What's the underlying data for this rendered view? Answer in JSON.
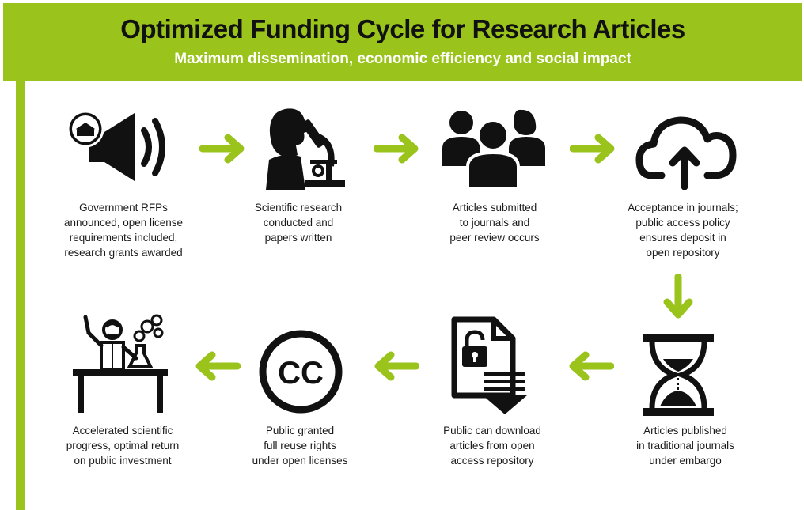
{
  "header": {
    "title": "Optimized Funding Cycle for Research Articles",
    "subtitle": "Maximum dissemination, economic efficiency and social impact"
  },
  "colors": {
    "accent": "#9ac31c",
    "icon": "#111111",
    "text": "#1a1a1a"
  },
  "steps": [
    {
      "icon": "megaphone-government-icon",
      "caption": "Government RFPs\nannounced, open license\nrequirements included,\nresearch grants awarded"
    },
    {
      "icon": "scientist-microscope-icon",
      "caption": "Scientific research\nconducted and\npapers written"
    },
    {
      "icon": "people-group-icon",
      "caption": "Articles submitted\nto journals and\npeer review occurs"
    },
    {
      "icon": "cloud-upload-icon",
      "caption": "Acceptance in journals;\npublic access policy\nensures deposit in\nopen repository"
    },
    {
      "icon": "hourglass-icon",
      "caption": "Articles published\nin traditional journals\nunder embargo"
    },
    {
      "icon": "document-download-icon",
      "caption": "Public can download\narticles from open\naccess repository"
    },
    {
      "icon": "creative-commons-icon",
      "caption": "Public granted\nfull reuse rights\nunder open licenses"
    },
    {
      "icon": "scientist-lab-icon",
      "caption": "Accelerated scientific\nprogress, optimal return\non public investment"
    }
  ],
  "cc_label": "CC"
}
